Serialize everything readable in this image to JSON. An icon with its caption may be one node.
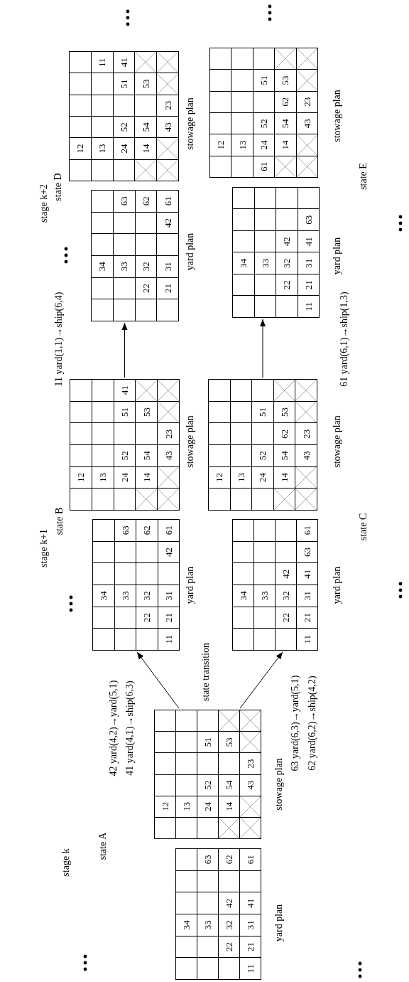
{
  "diagram": {
    "nodes": [
      {
        "text": [
          "34",
          "33",
          "63",
          "22",
          "32",
          "42",
          "62",
          "11",
          "21",
          "31",
          "41",
          "61"
        ],
        "beside": [
          "yard plan"
        ]
      },
      {
        "text": [
          "12",
          "13",
          "24",
          "52",
          "51",
          "14",
          "54",
          "53",
          "43",
          "23"
        ],
        "beside": [
          "stowage plan"
        ]
      },
      {
        "text": [
          "34",
          "33",
          "63",
          "22",
          "32",
          "62",
          "11",
          "21",
          "31",
          "42",
          "61"
        ],
        "beside": [
          "yard plan"
        ]
      },
      {
        "text": [
          "12",
          "13",
          "24",
          "52",
          "51",
          "41",
          "14",
          "54",
          "53",
          "43",
          "23"
        ],
        "beside": [
          "stowage plan"
        ]
      },
      {
        "text": [
          "34",
          "33",
          "22",
          "32",
          "42",
          "11",
          "21",
          "31",
          "41",
          "63",
          "61"
        ],
        "beside": [
          "yard plan"
        ]
      },
      {
        "text": [
          "12",
          "13",
          "24",
          "52",
          "51",
          "14",
          "54",
          "62",
          "53",
          "43",
          "23"
        ],
        "beside": [
          "stowage plan"
        ]
      },
      {
        "text": [
          "34",
          "33",
          "63",
          "22",
          "32",
          "62",
          "21",
          "31",
          "42",
          "61"
        ],
        "beside": [
          "yard plan"
        ]
      },
      {
        "text": [
          "12",
          "13",
          "11",
          "24",
          "52",
          "51",
          "41",
          "14",
          "54",
          "53",
          "43",
          "23"
        ],
        "beside": [
          "stowage plan"
        ]
      },
      {
        "text": [
          "34",
          "33",
          "22",
          "32",
          "42",
          "11",
          "21",
          "31",
          "41",
          "63"
        ],
        "beside": [
          "yard plan"
        ]
      },
      {
        "text": [
          "12",
          "13",
          "61",
          "24",
          "52",
          "51",
          "14",
          "54",
          "62",
          "53",
          "43",
          "23"
        ],
        "beside": [
          "stowage plan"
        ]
      }
    ],
    "edges": [
      {
        "from": 1,
        "to": 2,
        "arrow": "to"
      },
      {
        "from": 1,
        "to": 4,
        "arrow": "to"
      },
      {
        "from": 3,
        "to": 6,
        "arrow": "to"
      },
      {
        "from": 5,
        "to": 8,
        "arrow": "to"
      }
    ],
    "labels": [
      "stage k",
      "state A",
      "42 yard(4,2)→yard(5,1)",
      "41 yard(4,1)→ship(6,3)",
      "state transition",
      "63 yard(6,3)→yard(5,1)",
      "62 yard(6,2)→ship(4,2)",
      "stage k+1",
      "state B",
      "state C",
      "11 yard(1,1)→ship(6,4)",
      "61 yard(6,1)→ship(1,3)",
      "stage k+2",
      "state D",
      "state E"
    ]
  }
}
